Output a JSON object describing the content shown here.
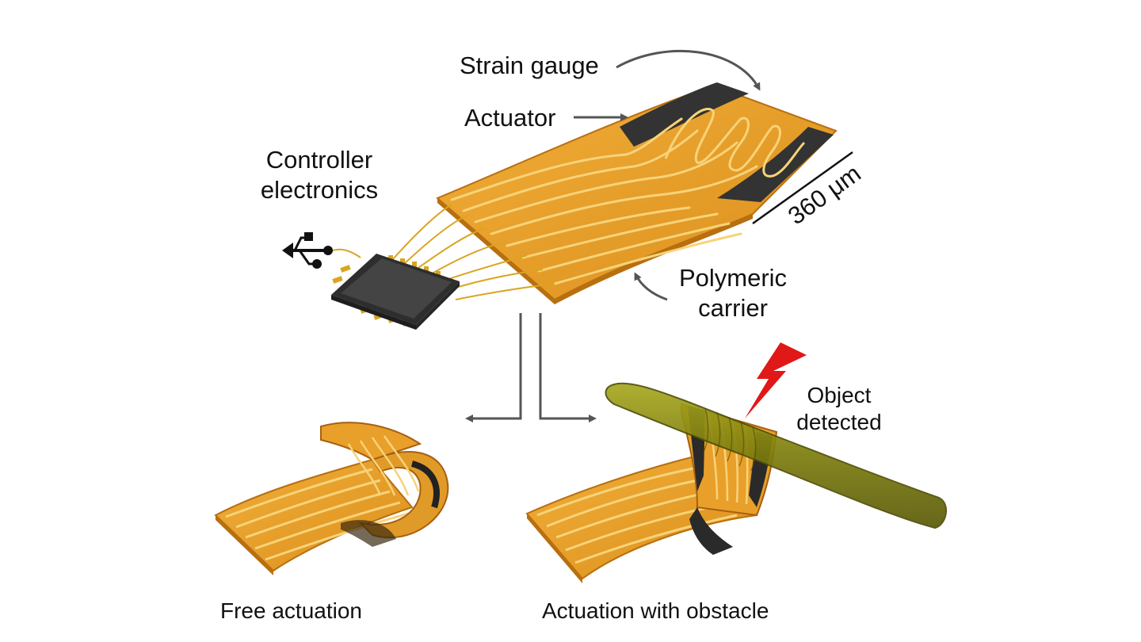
{
  "labels": {
    "strain_gauge": "Strain gauge",
    "actuator": "Actuator",
    "controller_line1": "Controller",
    "controller_line2": "electronics",
    "scale": "360 μm",
    "polymeric_line1": "Polymeric",
    "polymeric_line2": "carrier",
    "object_line1": "Object",
    "object_line2": "detected",
    "free_actuation": "Free actuation",
    "actuation_obstacle": "Actuation with obstacle"
  },
  "icons": [
    "usb-icon",
    "chip-icon",
    "lightning-icon"
  ],
  "colors": {
    "carrier": "#e8a02a",
    "carrier_dark": "#b86f10",
    "trace": "#f6d070",
    "gauge": "#3a3a3a",
    "chip": "#3c3c3c",
    "pins": "#d9a520",
    "obstacle": "#8a8a12",
    "lightning": "#e01818",
    "arrow": "#555555"
  }
}
